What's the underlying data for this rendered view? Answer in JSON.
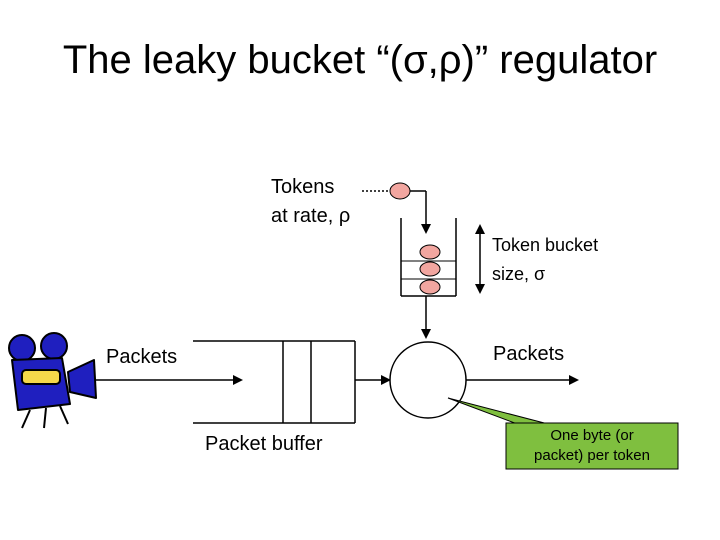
{
  "title": "The leaky bucket “(σ,ρ)” regulator",
  "labels": {
    "tokens_line1": "Tokens",
    "tokens_line2": "at rate, ρ",
    "bucket_line1": "Token bucket",
    "bucket_line2": "size, σ",
    "packets_in": "Packets",
    "packets_out": "Packets",
    "packet_buffer": "Packet buffer",
    "callout_line1": "One byte (or",
    "callout_line2": "packet) per token"
  },
  "colors": {
    "token_fill": "#f2a6a0",
    "callout_fill": "#7fbf3f",
    "camera_body": "#1f1fbf",
    "camera_lens": "#f5d84a"
  }
}
